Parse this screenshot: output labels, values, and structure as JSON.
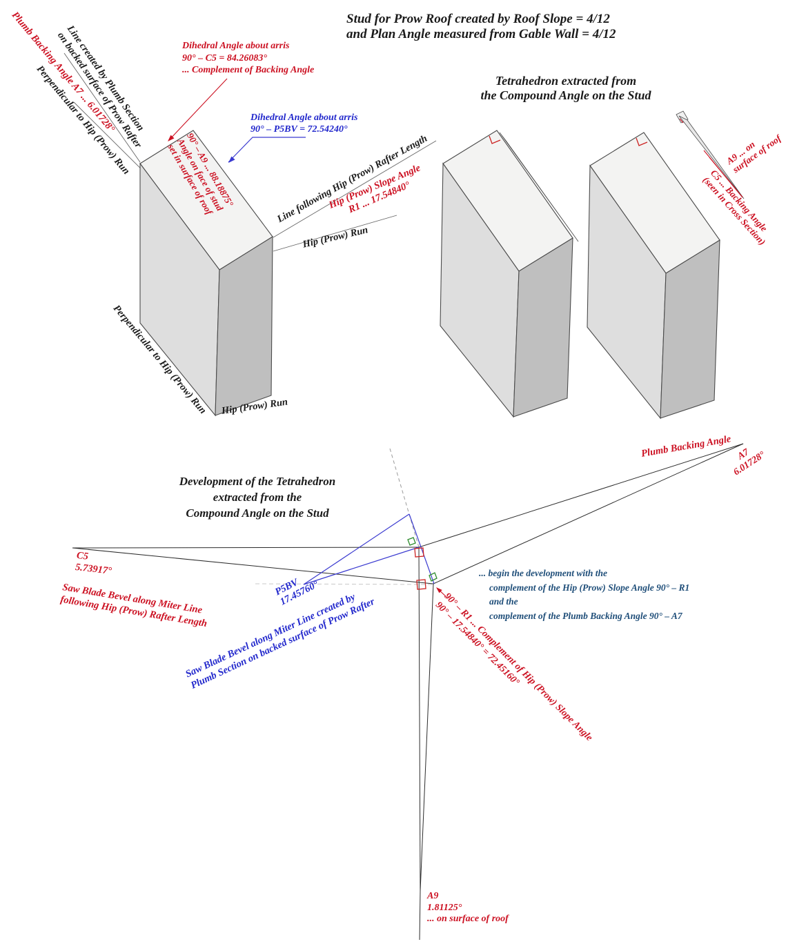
{
  "colors": {
    "red": "#cc1122",
    "blue": "#2228cc",
    "note_blue": "#1f4e79",
    "ink": "#1a1a1a",
    "stud_top": "#f3f3f2",
    "stud_front": "#dedede",
    "stud_side": "#bfbfbf",
    "green_mark": "#2e8b2e"
  },
  "titles": {
    "main_1": "Stud for Prow Roof created by Roof Slope = 4/12",
    "main_2": "and Plan Angle measured from Gable Wall = 4/12",
    "tetra_1": "Tetrahedron extracted from",
    "tetra_2": "the Compound Angle on the Stud",
    "dev_1": "Development of the Tetrahedron",
    "dev_2": "extracted from the",
    "dev_3": "Compound Angle on the Stud"
  },
  "stud_labels": {
    "plumb_backing": "Plumb Backing Angle   A7 ... 6.01728°",
    "line_created_1": "Line created by Plumb Section",
    "line_created_2": "on backed surface of Prow Rafter",
    "perpendicular_top": "Perpendicular to Hip (Prow) Run",
    "perpendicular_bottom": "Perpendicular to Hip (Prow) Run",
    "hip_run_bottom": "Hip (Prow) Run",
    "hip_run_right": "Hip (Prow) Run",
    "line_following": "Line following Hip (Prow) Rafter Length",
    "slope_angle_1": "Hip (Prow) Slope Angle",
    "slope_angle_2": "R1 ...  17.54840°",
    "face_angle_1": "90° – A9 ... 88.18875°",
    "face_angle_2": "Angle on face of stud",
    "face_angle_3": "set in surface of roof",
    "dihedral_red_1": "Dihedral Angle about arris",
    "dihedral_red_2": "90° – C5 = 84.26083°",
    "dihedral_red_3": "... Complement of Backing Angle",
    "dihedral_blue_1": "Dihedral Angle about arris",
    "dihedral_blue_2": "90° – P5BV = 72.54240°",
    "a9_surface_1": "A9 ... on",
    "a9_surface_2": "surface of roof",
    "c5_backing_1": "C5 ... Backing Angle",
    "c5_backing_2": "(seen in Cross Section)"
  },
  "dev_labels": {
    "plumb_backing_angle": "Plumb Backing Angle",
    "a7": "A7",
    "a7_value": "6.01728°",
    "c5": "C5",
    "c5_value": "5.73917°",
    "saw_red_1": "Saw Blade Bevel along Miter Line",
    "saw_red_2": "following Hip (Prow) Rafter Length",
    "p5bv": "P5BV",
    "p5bv_value": "17.45760°",
    "saw_blue_1": "Saw Blade Bevel along Miter Line created by",
    "saw_blue_2": "Plumb Section on backed surface of Prow Rafter",
    "note_1": "... begin the development with the",
    "note_2": "complement of the Hip (Prow) Slope Angle 90° – R1",
    "note_3": "and the",
    "note_4": "complement of the  Plumb Backing Angle 90° – A7",
    "comp_r1_1": "90° – R1 ... Complement of Hip (Prow) Slope Angle",
    "comp_r1_2": "90° – 17.54840° = 72.45160°",
    "a9": "A9",
    "a9_value": "1.81125°",
    "a9_note": "... on surface of roof"
  }
}
